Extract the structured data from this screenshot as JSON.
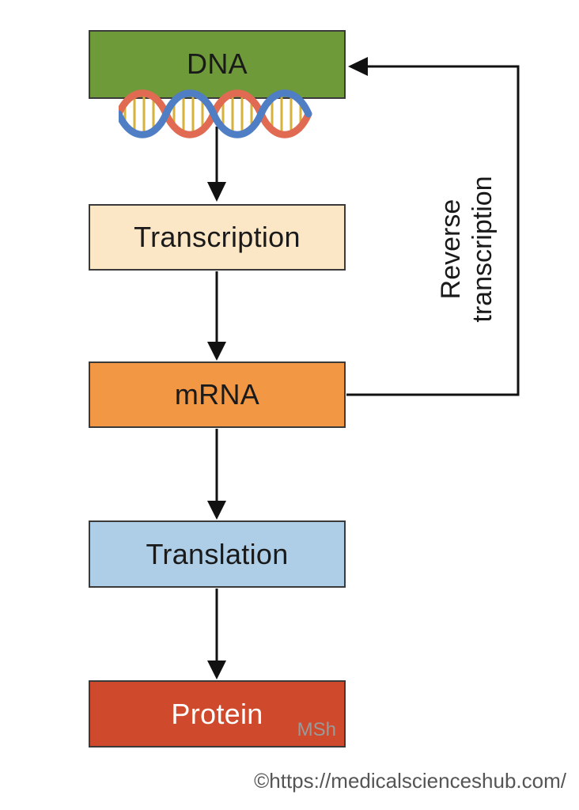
{
  "diagram": {
    "nodes": [
      {
        "id": "dna",
        "label": "DNA",
        "color": "#6f9a3a"
      },
      {
        "id": "transcription",
        "label": "Transcription",
        "color": "#fbe6c6"
      },
      {
        "id": "mrna",
        "label": "mRNA",
        "color": "#f29744"
      },
      {
        "id": "translation",
        "label": "Translation",
        "color": "#aecde6"
      },
      {
        "id": "protein",
        "label": "Protein",
        "color": "#cf4a2c"
      }
    ],
    "edges": [
      {
        "from": "dna",
        "to": "transcription"
      },
      {
        "from": "transcription",
        "to": "mrna"
      },
      {
        "from": "mrna",
        "to": "translation"
      },
      {
        "from": "translation",
        "to": "protein"
      },
      {
        "from": "mrna",
        "to": "dna",
        "label_lines": [
          "Reverse",
          "transcription"
        ]
      }
    ],
    "protein_mark": "MSh",
    "dna_image_icon": "dna-double-helix-icon"
  },
  "footer": {
    "copyright": "©https://medicalscienceshub.com/"
  }
}
